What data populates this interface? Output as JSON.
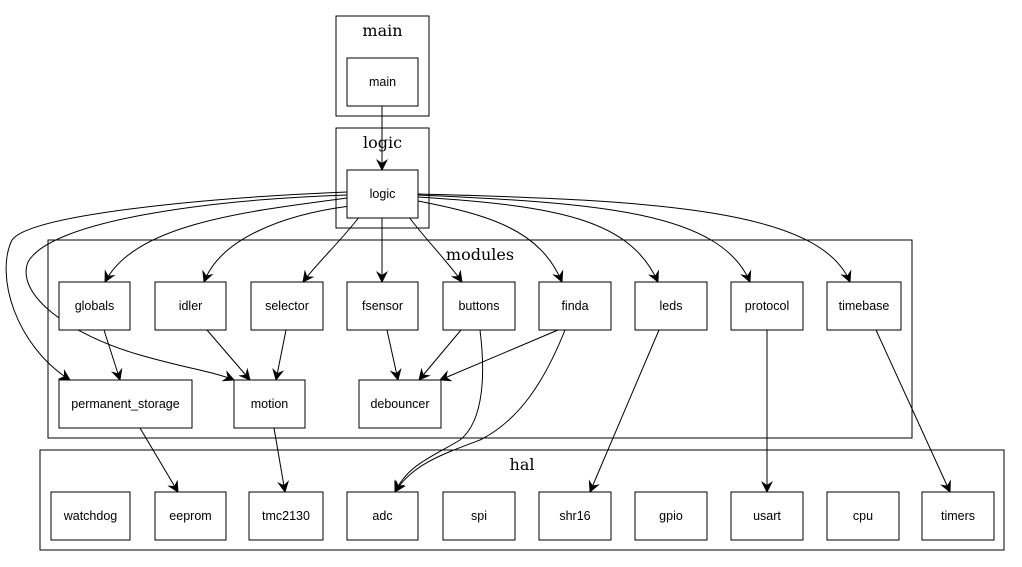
{
  "clusters": {
    "main": "main",
    "logic": "logic",
    "modules": "modules",
    "hal": "hal"
  },
  "nodes": {
    "main": "main",
    "logic": "logic",
    "globals": "globals",
    "idler": "idler",
    "selector": "selector",
    "fsensor": "fsensor",
    "buttons": "buttons",
    "finda": "finda",
    "leds": "leds",
    "protocol": "protocol",
    "timebase": "timebase",
    "permanent_storage": "permanent_storage",
    "motion": "motion",
    "debouncer": "debouncer",
    "watchdog": "watchdog",
    "eeprom": "eeprom",
    "tmc2130": "tmc2130",
    "adc": "adc",
    "spi": "spi",
    "shr16": "shr16",
    "gpio": "gpio",
    "usart": "usart",
    "cpu": "cpu",
    "timers": "timers"
  },
  "edges": [
    [
      "main",
      "logic"
    ],
    [
      "logic",
      "globals"
    ],
    [
      "logic",
      "idler"
    ],
    [
      "logic",
      "selector"
    ],
    [
      "logic",
      "fsensor"
    ],
    [
      "logic",
      "buttons"
    ],
    [
      "logic",
      "finda"
    ],
    [
      "logic",
      "leds"
    ],
    [
      "logic",
      "protocol"
    ],
    [
      "logic",
      "timebase"
    ],
    [
      "logic",
      "permanent_storage"
    ],
    [
      "logic",
      "motion"
    ],
    [
      "globals",
      "permanent_storage"
    ],
    [
      "idler",
      "motion"
    ],
    [
      "selector",
      "motion"
    ],
    [
      "fsensor",
      "debouncer"
    ],
    [
      "buttons",
      "debouncer"
    ],
    [
      "finda",
      "debouncer"
    ],
    [
      "buttons",
      "adc"
    ],
    [
      "finda",
      "adc"
    ],
    [
      "leds",
      "shr16"
    ],
    [
      "protocol",
      "usart"
    ],
    [
      "timebase",
      "timers"
    ],
    [
      "permanent_storage",
      "eeprom"
    ],
    [
      "motion",
      "tmc2130"
    ]
  ]
}
